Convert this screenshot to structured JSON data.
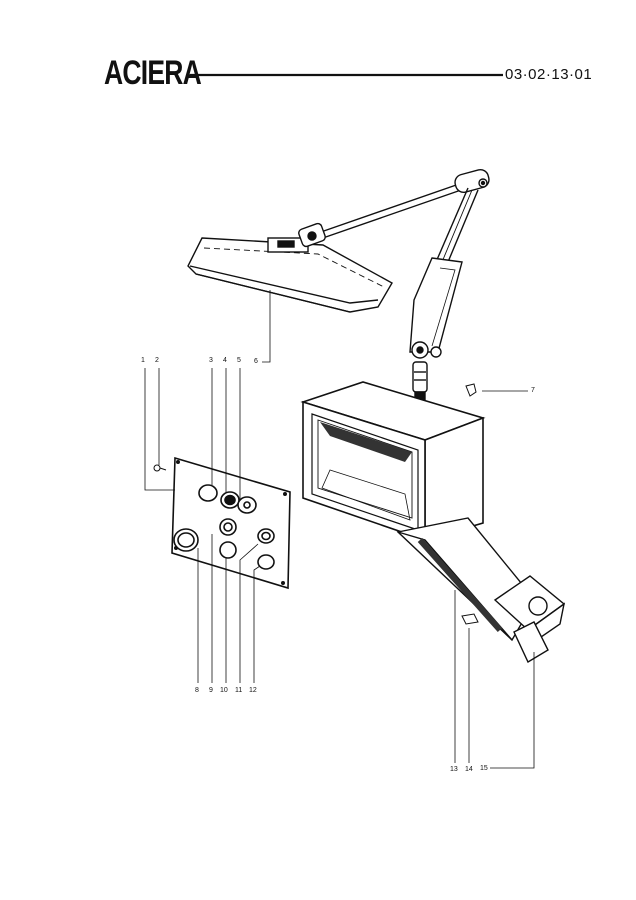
{
  "header": {
    "brand": "ACIERA",
    "document_number": "03·02·13·01"
  },
  "callouts": [
    {
      "id": "1",
      "text": "1"
    },
    {
      "id": "2",
      "text": "2"
    },
    {
      "id": "3",
      "text": "3"
    },
    {
      "id": "4",
      "text": "4"
    },
    {
      "id": "5",
      "text": "5"
    },
    {
      "id": "6",
      "text": "6"
    },
    {
      "id": "7",
      "text": "7"
    },
    {
      "id": "8",
      "text": "8"
    },
    {
      "id": "9",
      "text": "9"
    },
    {
      "id": "10",
      "text": "10"
    },
    {
      "id": "11",
      "text": "11"
    },
    {
      "id": "12",
      "text": "12"
    },
    {
      "id": "13",
      "text": "13"
    },
    {
      "id": "14",
      "text": "14"
    },
    {
      "id": "15",
      "text": "15"
    }
  ],
  "colors": {
    "ink": "#111111",
    "paper": "#ffffff",
    "shade": "#555555"
  }
}
